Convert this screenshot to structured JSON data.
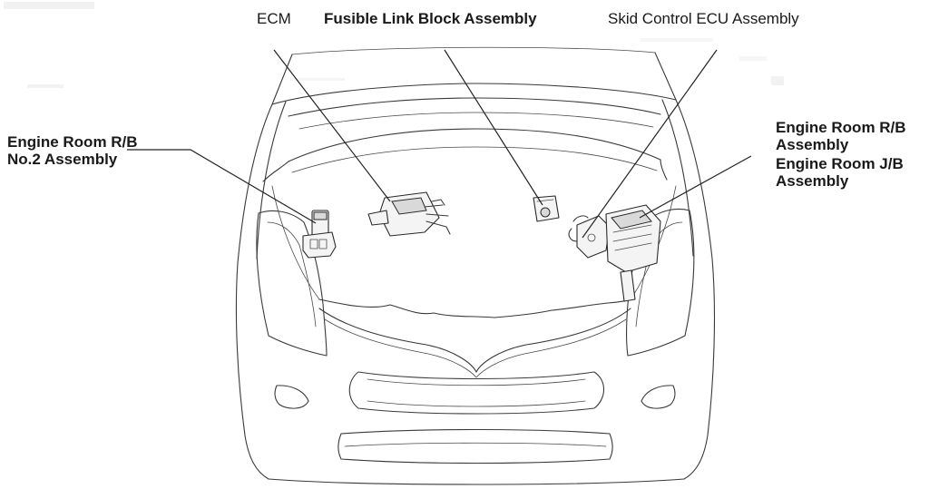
{
  "labels": {
    "ecm": "ECM",
    "fusible_link_block": "Fusible Link Block Assembly",
    "skid_control_ecu": "Skid Control ECU Assembly",
    "engine_room_rb_no2_line1": "Engine Room R/B",
    "engine_room_rb_no2_line2": "No.2 Assembly",
    "engine_room_rb_line1": "Engine Room R/B",
    "engine_room_rb_line2": "Assembly",
    "engine_room_jb_line1": "Engine Room J/B",
    "engine_room_jb_line2": "Assembly"
  },
  "colors": {
    "line": "#3a3a3a",
    "text": "#1a1a1a",
    "background": "#ffffff"
  }
}
